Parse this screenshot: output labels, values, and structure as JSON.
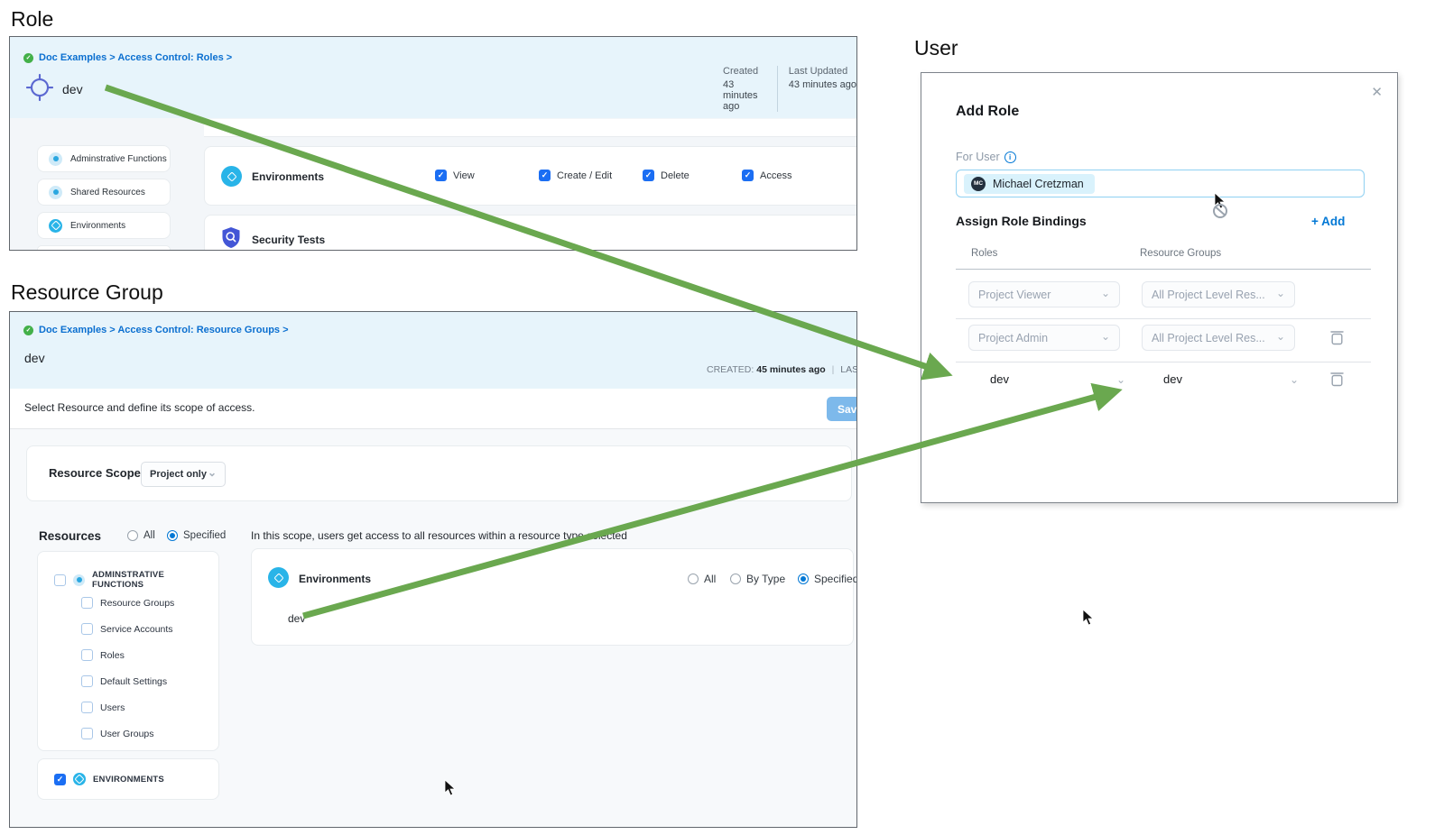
{
  "titles": {
    "role": "Role",
    "resource_group": "Resource Group",
    "user": "User"
  },
  "colors": {
    "accent_blue": "#0278d5",
    "checkbox_blue": "#1b6ef3",
    "arrow_green": "#6aa84f",
    "header_blue": "#e7f4fb"
  },
  "role_panel": {
    "breadcrumb": "Doc Examples > Access Control: Roles >",
    "name": "dev",
    "created_label": "Created",
    "created_value": "43 minutes ago",
    "updated_label": "Last Updated",
    "updated_value": "43 minutes ago",
    "sidebar": [
      {
        "label": "Adminstrative Functions"
      },
      {
        "label": "Shared Resources"
      },
      {
        "label": "Environments"
      }
    ],
    "permissions": {
      "resource": "Environments",
      "checkboxes": [
        "View",
        "Create / Edit",
        "Delete",
        "Access"
      ],
      "next_resource": "Security Tests"
    }
  },
  "rg": {
    "breadcrumb": "Doc Examples > Access Control: Resource Groups >",
    "name": "dev",
    "created_label": "CREATED:",
    "created_value": "45 minutes ago",
    "sep": "|",
    "updated_label": "LAST UPD",
    "subtitle": "Select Resource and define its scope of access.",
    "save_label": "Save",
    "scope": {
      "label": "Resource Scope",
      "value": "Project only"
    },
    "resources": {
      "label": "Resources",
      "all": "All",
      "specified": "Specified"
    },
    "tree": {
      "parent": "ADMINSTRATIVE FUNCTIONS",
      "children": [
        "Resource Groups",
        "Service Accounts",
        "Roles",
        "Default Settings",
        "Users",
        "User Groups"
      ],
      "environments": "ENVIRONMENTS"
    },
    "hint": "In this scope, users get access to all resources within a resource type selected",
    "env_row": {
      "label": "Environments",
      "all": "All",
      "by_type": "By Type",
      "specified": "Specified",
      "item": "dev"
    }
  },
  "dialog": {
    "title": "Add Role",
    "for_user": "For User",
    "chip": {
      "initials": "MC",
      "name": "Michael Cretzman"
    },
    "bindings_label": "Assign Role Bindings",
    "add_label": "+ Add",
    "columns": [
      "Roles",
      "Resource Groups"
    ],
    "rows": [
      {
        "role": "Project Viewer",
        "rg": "All Project Level Res..."
      },
      {
        "role": "Project Admin",
        "rg": "All Project Level Res..."
      },
      {
        "role": "dev",
        "rg": "dev"
      }
    ]
  }
}
